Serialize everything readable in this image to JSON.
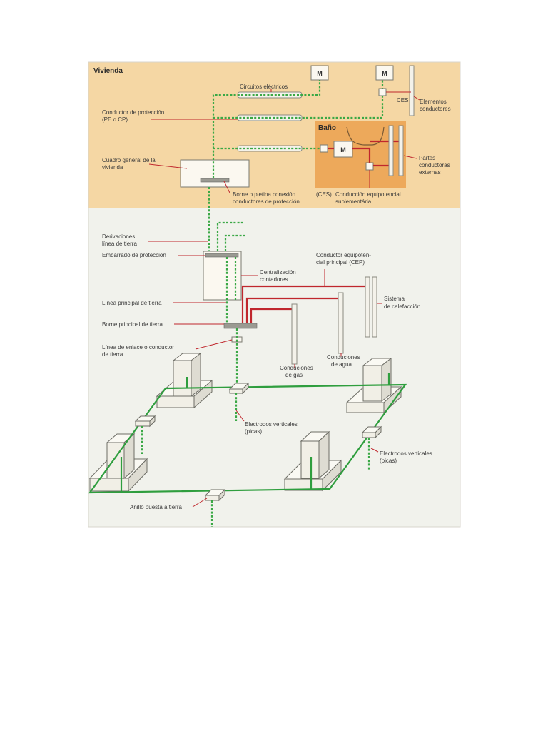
{
  "diagram": {
    "section_titles": {
      "dwelling": "Vivienda",
      "bathroom": "Baño"
    },
    "appliance_symbol": "M",
    "labels": {
      "electrical_circuits": "Circuitos eléctricos",
      "protection_conductor": [
        "Conductor de protección",
        "(PE o CP)"
      ],
      "main_panel": [
        "Cuadro general de la",
        "vivienda"
      ],
      "terminal_block": [
        "Borne o pletina conexión",
        "conductores de protección"
      ],
      "ces_top": "CES",
      "conductive_elements": [
        "Elementos",
        "conductores"
      ],
      "external_conductive_parts": [
        "Partes",
        "conductoras",
        "externas"
      ],
      "ces_bottom": "(CES)",
      "supplementary_bonding": [
        "Conducción equipotencial",
        "suplementária"
      ],
      "earth_branches": [
        "Derivaciones",
        "línea de tierra"
      ],
      "protection_busbar": "Embarrado de protección",
      "main_bonding_conductor": [
        "Conductor equipoten-",
        "cial principal  (CEP)"
      ],
      "meter_centralization": [
        "Centralización",
        "contadores"
      ],
      "main_earth_line": "Línea principal de tierra",
      "heating_system": [
        "Sistema",
        "de calefacción"
      ],
      "main_earth_terminal": "Borne principal de tierra",
      "earth_link": [
        "Línea de enlace o conductor",
        "de tierra"
      ],
      "water_pipes": [
        "Conduciones",
        "de agua"
      ],
      "gas_pipes": [
        "Conduciones",
        "de gas"
      ],
      "vertical_electrodes_1": [
        "Electrodos verticales",
        "(picas)"
      ],
      "vertical_electrodes_2": [
        "Electrodos verticales",
        "(picas)"
      ],
      "earth_ring": "Anillo puesta a tierra"
    },
    "colors": {
      "dwelling_background": "#f5d7a4",
      "bathroom_background": "#eda95b",
      "lower_background": "#f1f2ec",
      "protection_conductor": "#3aa845",
      "equipotential_conductor": "#c0272d"
    }
  }
}
